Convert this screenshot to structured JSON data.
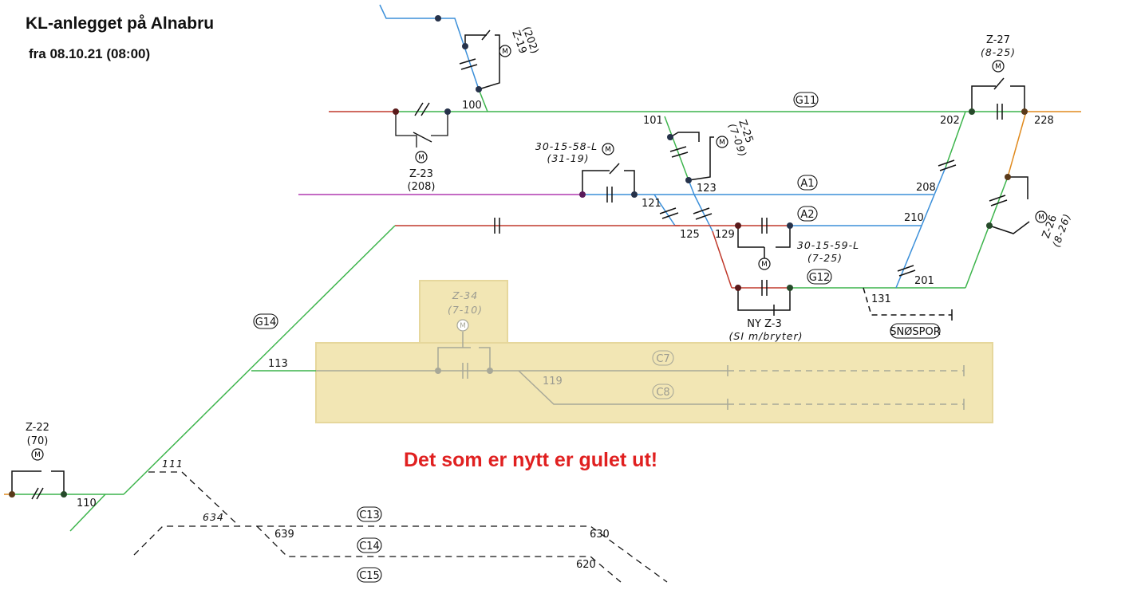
{
  "header": {
    "title": "KL-anlegget på Alnabru",
    "subtitle": "fra 08.10.21 (08:00)"
  },
  "note": "Det som er nytt er gulet ut!",
  "colors": {
    "red": "#c0392b",
    "green": "#3cb44b",
    "blue": "#3b8fd9",
    "magenta": "#b03ab0",
    "orange": "#e08a1e",
    "highlight": "#f2e6b4",
    "note_red": "#e02020"
  },
  "track_labels": {
    "g11": "G11",
    "a1": "A1",
    "a2": "A2",
    "g12": "G12",
    "g14": "G14",
    "c7": "C7",
    "c8": "C8",
    "c13": "C13",
    "c14": "C14",
    "c15": "C15",
    "snospor": "SNØSPOR"
  },
  "section_numbers": {
    "s100": "100",
    "s101": "101",
    "s121": "121",
    "s123": "123",
    "s125": "125",
    "s129": "129",
    "s202": "202",
    "s228": "228",
    "s208": "208",
    "s210": "210",
    "s201": "201",
    "s131": "131",
    "s113": "113",
    "s119": "119",
    "s110": "110",
    "s111": "111",
    "s634": "634",
    "s639": "639",
    "s630": "630",
    "s620": "620"
  },
  "switches": {
    "z19": {
      "name": "Z-19",
      "section": "(202)"
    },
    "z23": {
      "name": "Z-23",
      "section": "(208)"
    },
    "z25": {
      "name": "Z-25",
      "section": "(7-09)"
    },
    "z27": {
      "name": "Z-27",
      "section": "(8-25)"
    },
    "z26": {
      "name": "Z-26",
      "section": "(8-26)"
    },
    "z22": {
      "name": "Z-22",
      "section": "(70)"
    },
    "z34": {
      "name": "Z-34",
      "section": "(7-10)"
    },
    "z3": {
      "name": "NY Z-3",
      "section": "(SI m/bryter)"
    },
    "d58": {
      "name": "30-15-58-L",
      "section": "(31-19)"
    },
    "d59": {
      "name": "30-15-59-L",
      "section": "(7-25)"
    }
  },
  "motor_symbol": "M"
}
